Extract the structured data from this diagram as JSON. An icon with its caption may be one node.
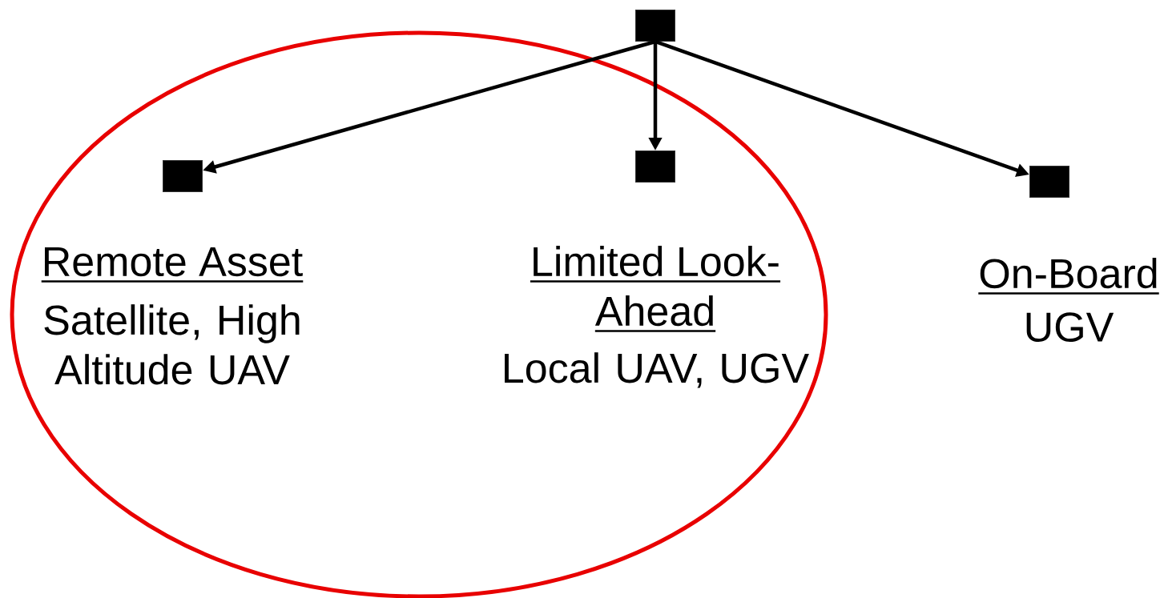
{
  "diagram": {
    "nodes": [
      {
        "text": [],
        "shape": "box"
      },
      {
        "text": [],
        "shape": "ellipse"
      },
      {
        "text": [],
        "shape": "box",
        "in": 1,
        "beside": [
          "Remote Asset",
          "Satellite, High Altitude UAV"
        ]
      },
      {
        "text": [],
        "shape": "box",
        "in": 1,
        "beside": [
          "Limited Look-Ahead",
          "Local UAV, UGV"
        ]
      },
      {
        "text": [],
        "shape": "box",
        "beside": [
          "On-Board",
          "UGV"
        ]
      }
    ],
    "edges": [
      {
        "from": 0,
        "to": 2,
        "arrow": "to"
      },
      {
        "from": 0,
        "to": 3,
        "arrow": "to"
      },
      {
        "from": 0,
        "to": 4,
        "arrow": "to"
      }
    ]
  }
}
